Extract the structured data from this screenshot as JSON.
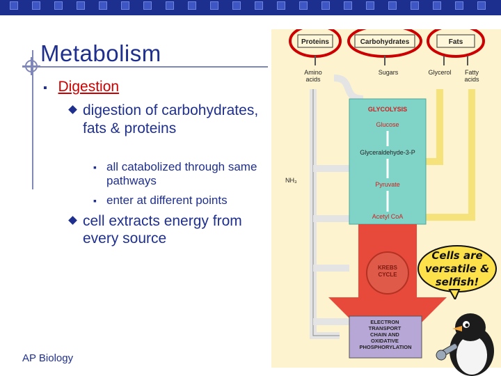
{
  "slide": {
    "title": "Metabolism",
    "bullet_level1": "Digestion",
    "bullet_a": "digestion of carbohydrates, fats & proteins",
    "sub_bullets": [
      "all catabolized through same pathways",
      "enter at different points"
    ],
    "bullet_b": "cell extracts energy from every source",
    "footer": "AP Biology"
  },
  "diagram": {
    "top_boxes": [
      "Proteins",
      "Carbohydrates",
      "Fats"
    ],
    "monomers": [
      "Amino acids",
      "Sugars",
      "Glycerol",
      "Fatty acids"
    ],
    "glycolysis_label": "GLYCOLYSIS",
    "glucose": "Glucose",
    "g3p": "Glyceraldehyde-3-P",
    "nh3": "NH₃",
    "pyruvate": "Pyruvate",
    "acetyl_coa": "Acetyl CoA",
    "krebs": "KREBS CYCLE",
    "etc": "ELECTRON TRANSPORT CHAIN AND OXIDATIVE PHOSPHORYLATION",
    "colors": {
      "highlight": "#cc0000",
      "glycolysis": "#7fd3c7",
      "background": "#fdf3cf",
      "arrow_yellow": "#f5e27a",
      "etc_box": "#b7a7d6"
    }
  },
  "callout": {
    "text": "Cells are versatile & selfish!"
  },
  "icons": {
    "bullet_square": "square-bullet-icon",
    "bullet_diamond": "diamond-bullet-icon",
    "penguin": "penguin-icon"
  }
}
